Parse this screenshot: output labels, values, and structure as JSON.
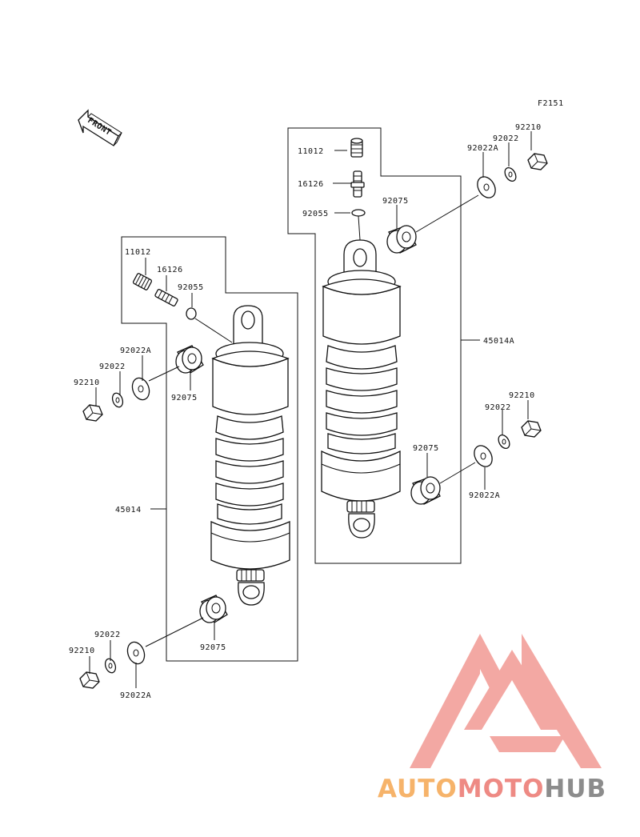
{
  "figure_code": "F2151",
  "front_label": "FRONT",
  "labels": {
    "l_11012": "11012",
    "l_16126": "16126",
    "l_92055": "92055",
    "l_92022A_top": "92022A",
    "l_92022_top": "92022",
    "l_92210_top": "92210",
    "l_92075_top": "92075",
    "l_45014": "45014",
    "l_92022_bot": "92022",
    "l_92210_bot": "92210",
    "l_92022A_bot": "92022A",
    "l_92075_bot": "92075",
    "r_11012": "11012",
    "r_16126": "16126",
    "r_92055": "92055",
    "r_92075_top": "92075",
    "r_92022A_top": "92022A",
    "r_92022_top": "92022",
    "r_92210_top": "92210",
    "r_45014A": "45014A",
    "r_92210_bot": "92210",
    "r_92022_bot": "92022",
    "r_92075_bot": "92075",
    "r_92022A_bot": "92022A"
  },
  "watermark": {
    "part1": "AUTO",
    "part2": "MOTO",
    "part3": "HUB",
    "colors": {
      "orange": "#f6b36a",
      "red": "#ee8a84",
      "gray": "#8c8c8c"
    }
  }
}
